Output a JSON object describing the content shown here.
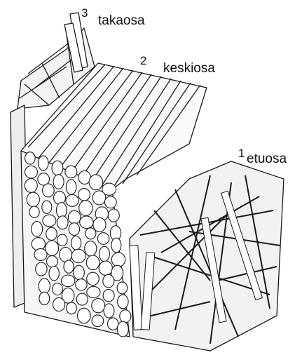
{
  "labels": {
    "back": {
      "number": "3",
      "text": "takaosa"
    },
    "middle": {
      "number": "2",
      "text": "keskiosa"
    },
    "front": {
      "number": "1",
      "text": "etuosa"
    }
  },
  "colors": {
    "ink": "#1a1a1a",
    "paper": "#ffffff",
    "shade": "#6b6b6b"
  }
}
